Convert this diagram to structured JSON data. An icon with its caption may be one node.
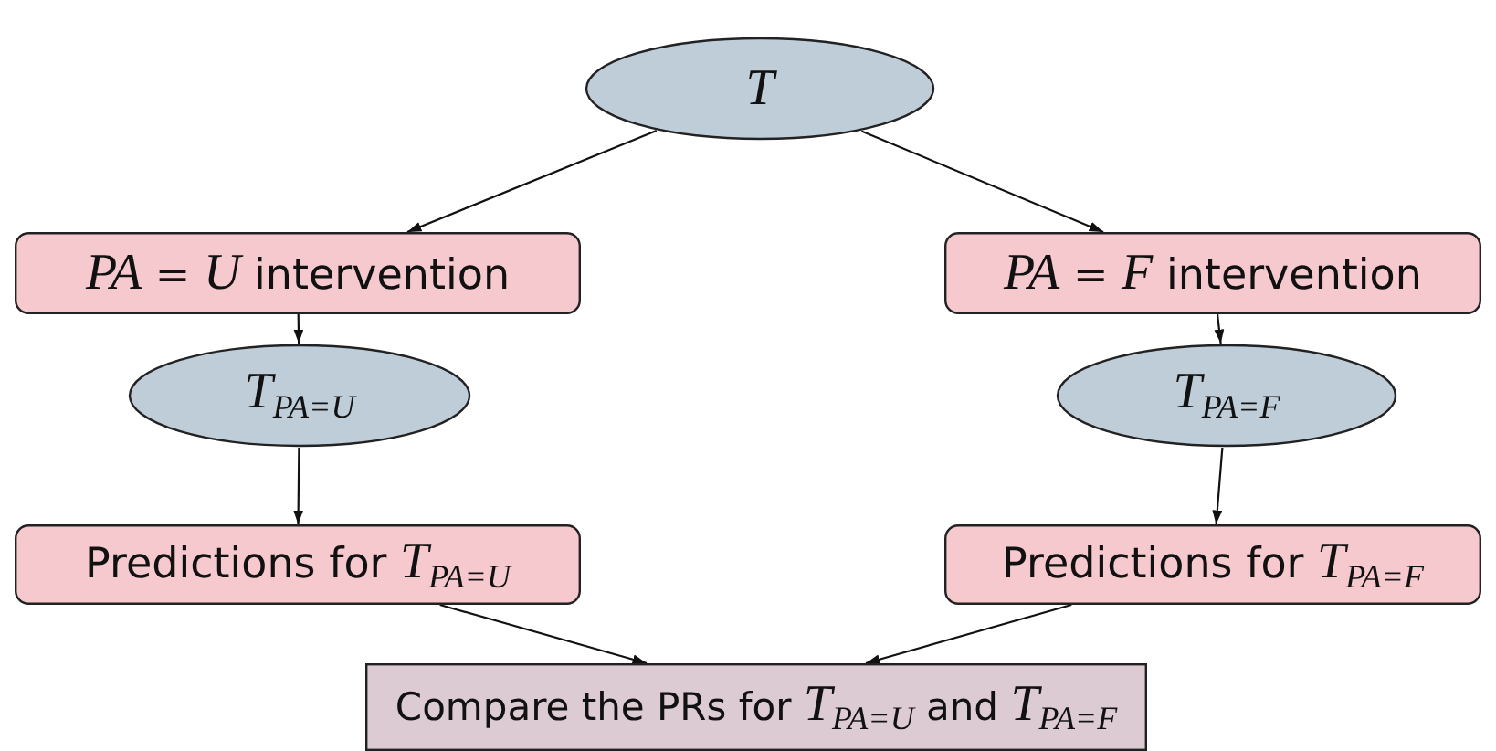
{
  "diagram": {
    "nodes": [
      {
        "text": [
          "T"
        ]
      },
      {
        "text": [
          "*PA* = *U* intervention"
        ]
      },
      {
        "text": [
          "*PA* = *F* intervention"
        ]
      },
      {
        "text": [
          "*T*$_{PA=U}$"
        ]
      },
      {
        "text": [
          "*T*$_{PA=F}$"
        ]
      },
      {
        "text": [
          "Predictions for *T*$_{PA=U}$"
        ]
      },
      {
        "text": [
          "Predictions for *T*$_{PA=F}$"
        ]
      },
      {
        "text": [
          "Compare the PRs for *T*$_{PA=U}$ and *T*$_{PA=F}$"
        ]
      }
    ],
    "edges": [
      {
        "from": 0,
        "to": 1,
        "arrow": "to"
      },
      {
        "from": 0,
        "to": 2,
        "arrow": "to"
      },
      {
        "from": 1,
        "to": 3,
        "arrow": "to"
      },
      {
        "from": 2,
        "to": 4,
        "arrow": "to"
      },
      {
        "from": 3,
        "to": 5,
        "arrow": "to"
      },
      {
        "from": 4,
        "to": 6,
        "arrow": "to"
      },
      {
        "from": 5,
        "to": 7,
        "arrow": "to"
      },
      {
        "from": 6,
        "to": 7,
        "arrow": "to"
      }
    ]
  }
}
